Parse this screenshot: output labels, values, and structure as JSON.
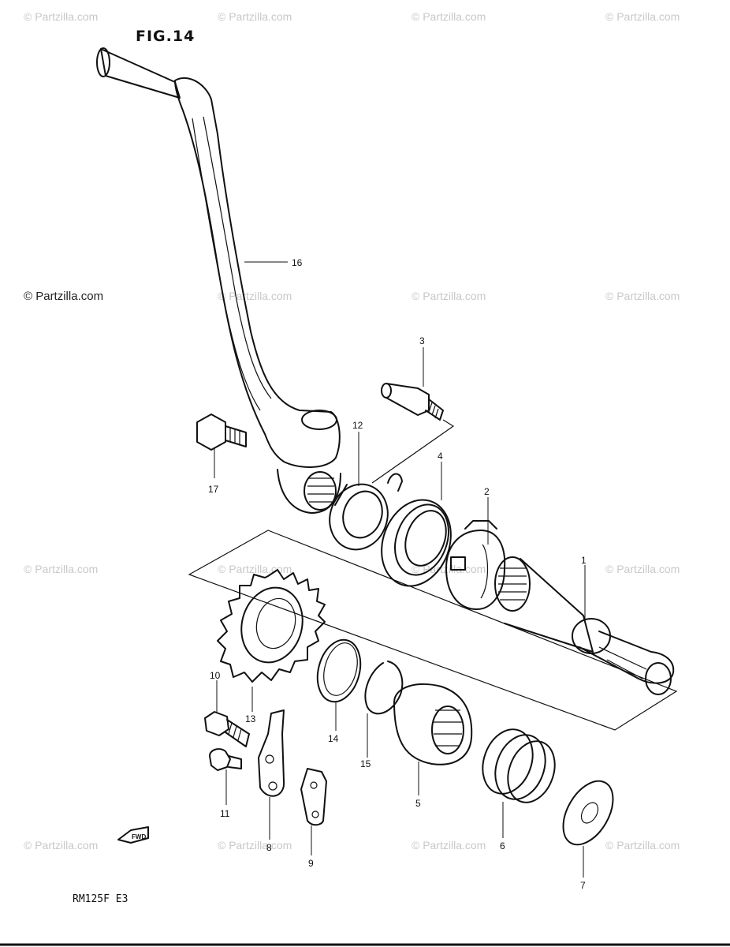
{
  "title": "FIG.14",
  "model": "RM125F  E3",
  "watermark": "© Partzilla.com",
  "fwd_label": "FWD",
  "callouts": {
    "c1": "1",
    "c2": "2",
    "c3": "3",
    "c4": "4",
    "c5": "5",
    "c6": "6",
    "c7": "7",
    "c8": "8",
    "c9": "9",
    "c10": "10",
    "c11": "11",
    "c12": "12",
    "c13": "13",
    "c14": "14",
    "c15": "15",
    "c16": "16",
    "c17": "17"
  }
}
